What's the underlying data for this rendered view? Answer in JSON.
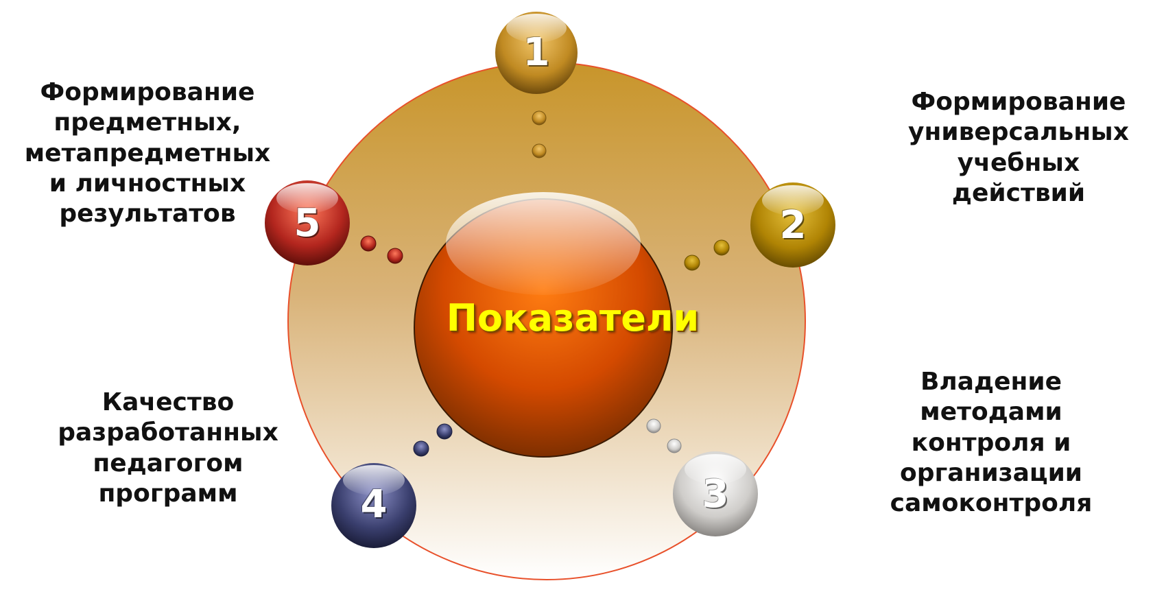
{
  "top_text": "",
  "center": {
    "label": "Показатели"
  },
  "nodes": [
    {
      "number": "1",
      "color": "#c8952a"
    },
    {
      "number": "2",
      "color": "#b58a10",
      "label": [
        "Формирование",
        "универсальных",
        "учебных",
        "действий"
      ]
    },
    {
      "number": "3",
      "color": "#cfcdca",
      "label": [
        "Владение",
        "методами",
        "контроля и",
        "организации",
        "самоконтроля"
      ]
    },
    {
      "number": "4",
      "color": "#3a3f6e",
      "label": [
        "Качество",
        "разработанных",
        "педагогом",
        "программ"
      ]
    },
    {
      "number": "5",
      "color": "#b3261e",
      "label": [
        "Формирование",
        "предметных,",
        "метапредметных",
        "и  личностных",
        "результатов"
      ]
    }
  ],
  "colors": {
    "ring_top": "#c8952a",
    "ring_bottom": "#ffffff",
    "ring_stroke": "#e8502a",
    "center_top": "#ff6a00",
    "center_bottom": "#7a2e00",
    "center_label": "#ffff00"
  }
}
